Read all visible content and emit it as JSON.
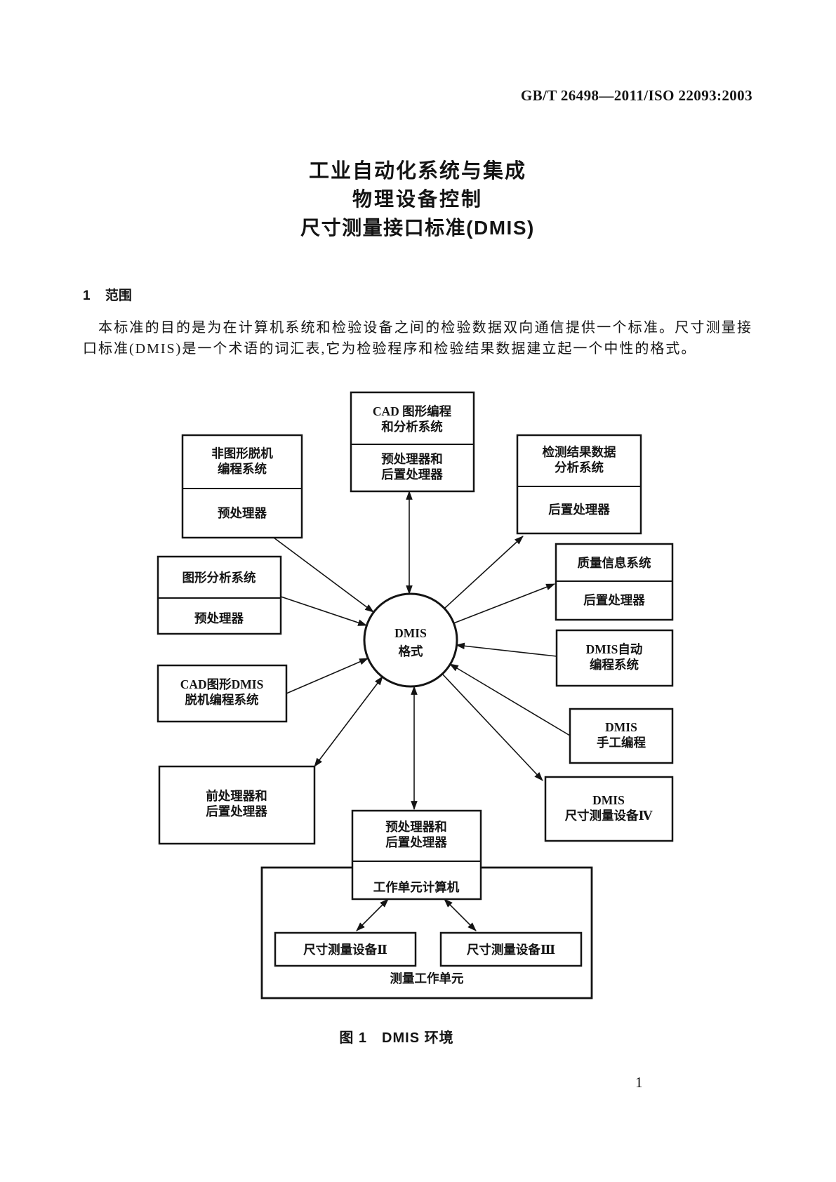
{
  "page": {
    "header": "GB/T 26498—2011/ISO 22093:2003",
    "page_number": "1"
  },
  "title": {
    "line1": "工业自动化系统与集成",
    "line2": "物理设备控制",
    "line3": "尺寸测量接口标准(DMIS)"
  },
  "section": {
    "number": "1",
    "heading": "范围",
    "paragraph": "本标准的目的是为在计算机系统和检验设备之间的检验数据双向通信提供一个标准。尺寸测量接口标准(DMIS)是一个术语的词汇表,它为检验程序和检验结果数据建立起一个中性的格式。"
  },
  "figure": {
    "caption": "图 1　DMIS 环境",
    "center_circle": {
      "line1": "DMIS",
      "line2": "格式"
    },
    "boxes": {
      "top_left": {
        "title1": "非图形脱机",
        "title2": "编程系统",
        "sub": "预处理器"
      },
      "top_center": {
        "title1": "CAD 图形编程",
        "title2": "和分析系统",
        "sub1": "预处理器和",
        "sub2": "后置处理器"
      },
      "top_right": {
        "title1": "检测结果数据",
        "title2": "分析系统",
        "sub": "后置处理器"
      },
      "quality": {
        "title": "质量信息系统",
        "sub": "后置处理器"
      },
      "auto_prog": {
        "line1": "DMIS自动",
        "line2": "编程系统"
      },
      "manual_prog": {
        "line1": "DMIS",
        "line2": "手工编程"
      },
      "device4": {
        "line1": "DMIS",
        "line2": "尺寸测量设备Ⅳ"
      },
      "graph_analysis": {
        "title": "图形分析系统",
        "sub": "预处理器"
      },
      "cad_dmis": {
        "line1": "CAD图形DMIS",
        "line2": "脱机编程系统"
      },
      "pre_post": {
        "line1": "前处理器和",
        "line2": "后置处理器"
      },
      "workcell": {
        "title1": "预处理器和",
        "title2": "后置处理器",
        "sub": "工作单元计算机"
      },
      "device2": "尺寸测量设备Ⅱ",
      "device3": "尺寸测量设备Ⅲ",
      "cell_label": "测量工作单元"
    }
  }
}
